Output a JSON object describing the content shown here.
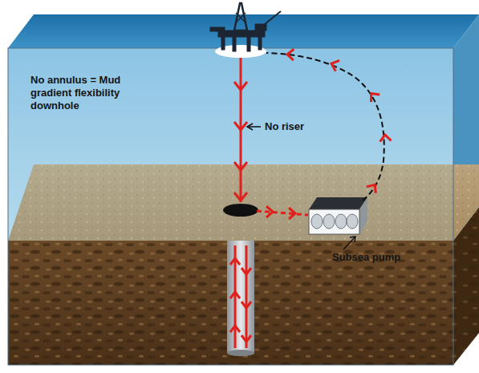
{
  "diagram": {
    "labels": [
      "No annulus = Mud gradient flexibility downhole",
      "No riser",
      "Subsea pump"
    ]
  }
}
